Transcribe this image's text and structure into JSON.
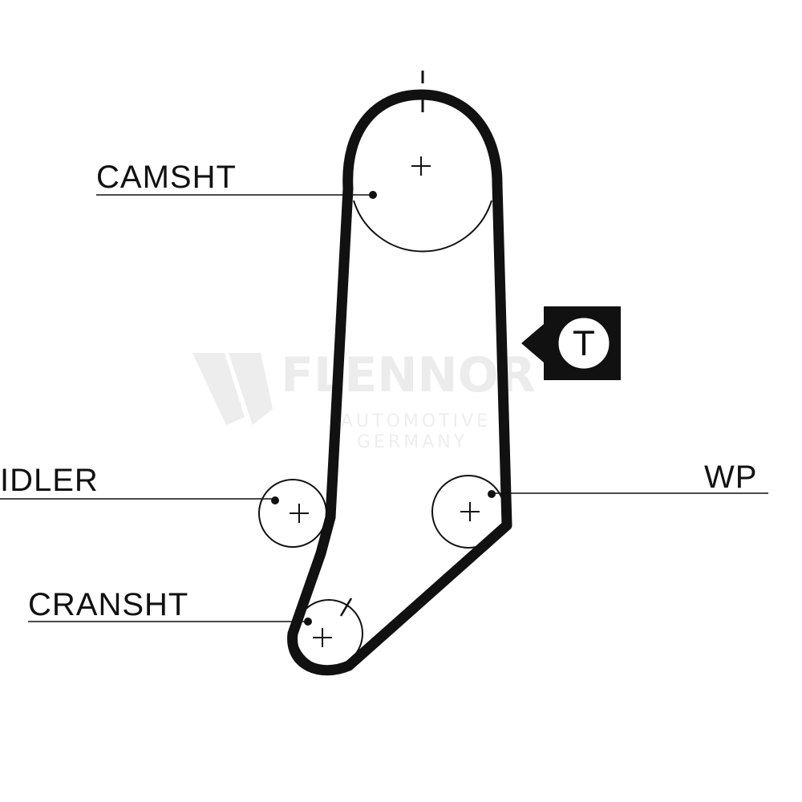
{
  "labels": {
    "camshaft": "CAMSHT",
    "idler": "IDLER",
    "water_pump": "WP",
    "crankshaft": "CRANSHT",
    "tensioner": "T"
  },
  "watermark": {
    "brand": "FLENNOR",
    "registered": "®",
    "line1": "AUTOMOTIVE",
    "line2": "GERMANY"
  },
  "colors": {
    "belt": "#111111",
    "watermark": "#ececec"
  },
  "icons": {
    "logo": "flennor-logo-icon",
    "tensioner": "tensioner-arrow-icon"
  }
}
